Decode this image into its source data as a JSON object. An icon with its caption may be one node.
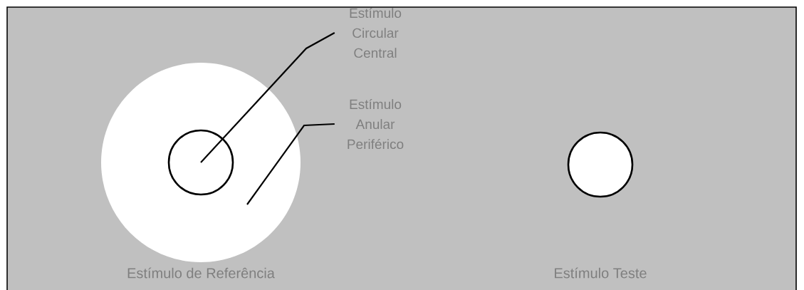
{
  "diagram": {
    "nodes": [
      {
        "text": [
          "Estímulo Circular Central"
        ]
      },
      {
        "text": [
          "Estímulo Anular Periférico"
        ]
      },
      {
        "text": [],
        "shape": "circle"
      },
      {
        "text": [],
        "shape": "circle",
        "in": 2
      },
      {
        "text": [],
        "shape": "circle"
      }
    ],
    "labels": [
      "Estímulo de Referência",
      "Estímulo Teste"
    ],
    "edges": [
      {
        "from": 0,
        "to": 3,
        "arrow": "none"
      },
      {
        "from": 1,
        "to": 2,
        "arrow": "none"
      }
    ]
  }
}
